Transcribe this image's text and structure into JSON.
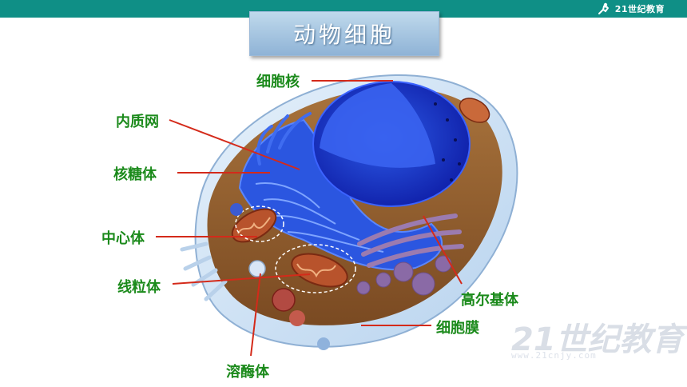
{
  "header": {
    "logo_text": "21世纪教育"
  },
  "title": "动物细胞",
  "labels": {
    "nucleus": "细胞核",
    "er": "内质网",
    "ribosome": "核糖体",
    "centrosome": "中心体",
    "mitochondria": "线粒体",
    "lysosome": "溶酶体",
    "golgi": "高尔基体",
    "membrane": "细胞膜"
  },
  "watermark": {
    "main": "21世纪教育",
    "sub": "www.21cnjy.com"
  },
  "colors": {
    "label_green": "#1b8a1b",
    "leader_red": "#d42a1a",
    "nucleus_blue": "#1f3fd6",
    "brand_teal": "#0f8f86"
  }
}
